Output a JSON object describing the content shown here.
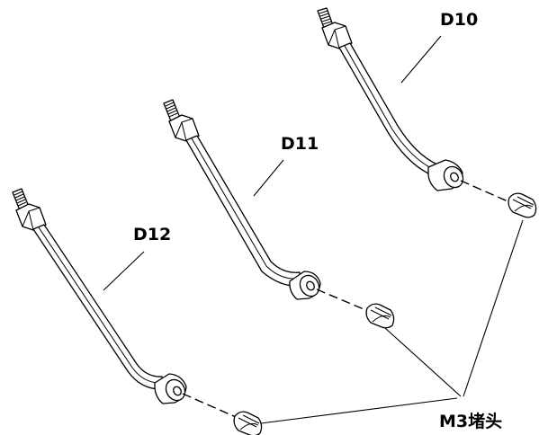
{
  "labels": {
    "d10": "D10",
    "d11": "D11",
    "d12": "D12",
    "plug": "M3堵头"
  }
}
